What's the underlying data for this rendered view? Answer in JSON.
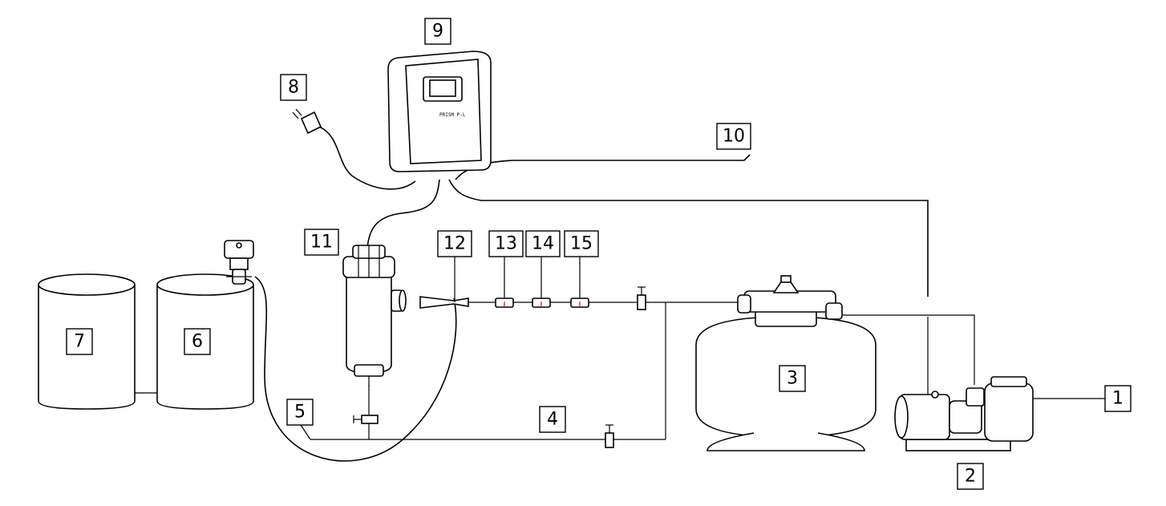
{
  "labels": {
    "l1": "1",
    "l2": "2",
    "l3": "3",
    "l4": "4",
    "l5": "5",
    "l6": "6",
    "l7": "7",
    "l8": "8",
    "l9": "9",
    "l10": "10",
    "l11": "11",
    "l12": "12",
    "l13": "13",
    "l14": "14",
    "l15": "15"
  },
  "controller_screen_text": "PRISM P-L"
}
